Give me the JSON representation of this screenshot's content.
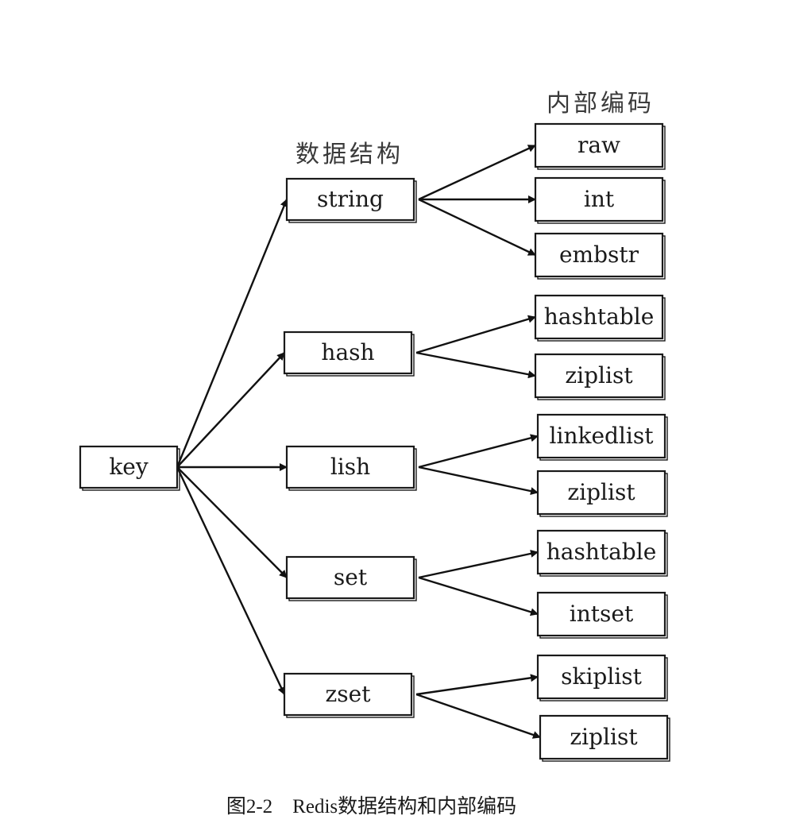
{
  "headings": {
    "structures": "数据结构",
    "encodings": "内部编码"
  },
  "root": {
    "label": "key"
  },
  "structures": [
    {
      "label": "string",
      "encodings": [
        "raw",
        "int",
        "embstr"
      ]
    },
    {
      "label": "hash",
      "encodings": [
        "hashtable",
        "ziplist"
      ]
    },
    {
      "label": "lish",
      "encodings": [
        "linkedlist",
        "ziplist"
      ]
    },
    {
      "label": "set",
      "encodings": [
        "hashtable",
        "intset"
      ]
    },
    {
      "label": "zset",
      "encodings": [
        "skiplist",
        "ziplist"
      ]
    }
  ],
  "caption": "图2-2　Redis数据结构和内部编码"
}
